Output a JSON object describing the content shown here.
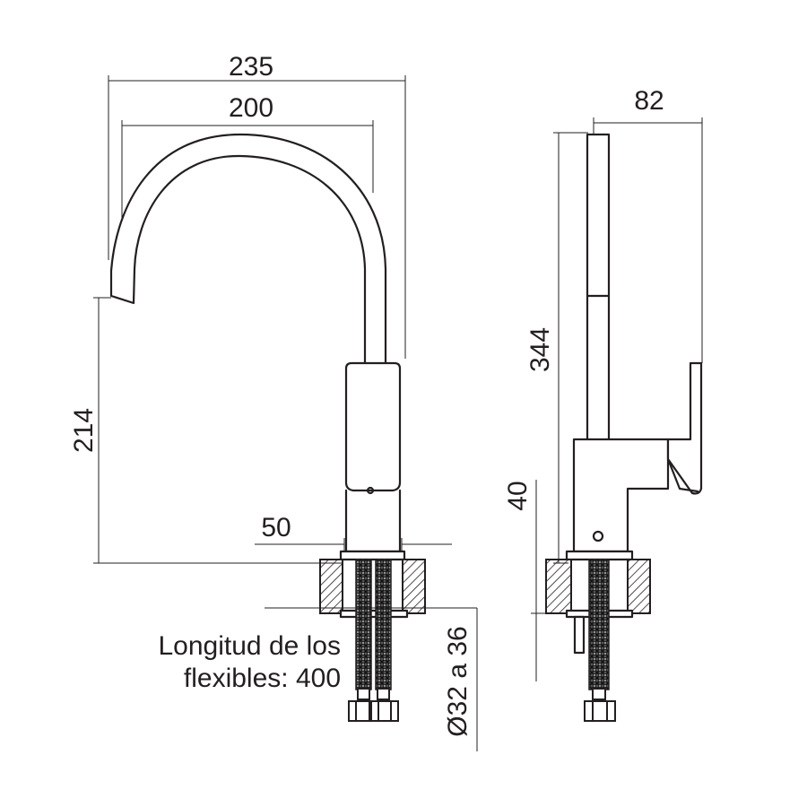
{
  "dimensions": {
    "overall_width": "235",
    "spout_reach": "200",
    "spout_height": "214",
    "base_diameter": "50",
    "side_depth": "82",
    "total_height": "344",
    "body_height": "40",
    "counter_hole": "Ø32 a 36"
  },
  "note": {
    "line1": "Longitud de los",
    "line2": "flexibles: 400"
  }
}
